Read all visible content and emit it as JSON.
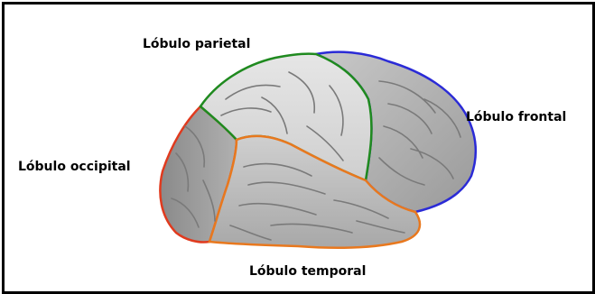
{
  "labels": {
    "parietal": "Lóbulo parietal",
    "frontal": "Lóbulo frontal",
    "occipital": "Lóbulo occipital",
    "temporal": "Lóbulo temporal"
  },
  "colors": {
    "border": "#000000",
    "background": "#ffffff",
    "parietal_outline": "#1f8a1f",
    "frontal_outline": "#2b2bd6",
    "occipital_outline": "#e03a1e",
    "temporal_outline": "#e8781e",
    "brain_light": "#d9d9d9",
    "brain_mid": "#bdbdbd",
    "brain_dark": "#8f8f8f"
  }
}
